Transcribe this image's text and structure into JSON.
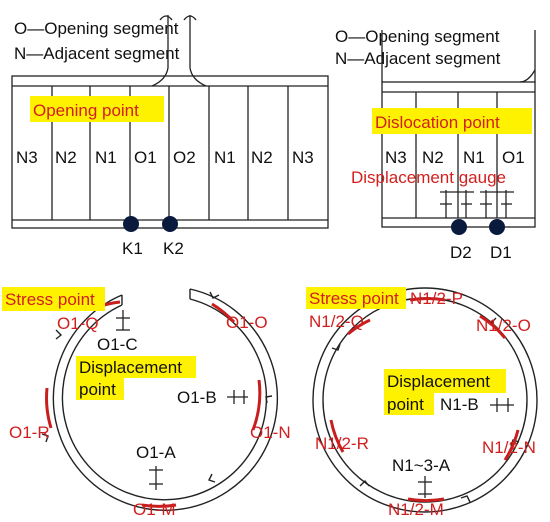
{
  "left_tunnel": {
    "legend_o": "O—Opening segment",
    "legend_n": "N—Adjacent segment",
    "point_label": "Opening point",
    "segments": [
      "N3",
      "N2",
      "N1",
      "O1",
      "O2",
      "N1",
      "N2",
      "N3"
    ],
    "gauges": [
      "K1",
      "K2"
    ]
  },
  "right_tunnel": {
    "legend_o": "O—Opening segment",
    "legend_n": "N—Adjacent segment",
    "point_label": "Dislocation point",
    "gauge_label": "Displacement gauge",
    "segments": [
      "N3",
      "N2",
      "N1",
      "O1"
    ],
    "gauges": [
      "D2",
      "D1"
    ]
  },
  "left_ring": {
    "stress_label": "Stress point",
    "displacement_label_1": "Displacement",
    "displacement_label_2": "point",
    "points": {
      "q": "O1-Q",
      "o": "O1-O",
      "c": "O1-C",
      "b": "O1-B",
      "r": "O1-R",
      "n": "O1-N",
      "a": "O1-A",
      "m": "O1-M"
    }
  },
  "right_ring": {
    "stress_label": "Stress point",
    "displacement_label_1": "Displacement",
    "displacement_label_2": "point",
    "points": {
      "p": "N1/2-P",
      "q": "N1/2-Q",
      "o": "N1/2-O",
      "b": "N1-B",
      "r": "N1/2-R",
      "n": "N1/2-N",
      "a": "N1~3-A",
      "m": "N1/2-M"
    }
  }
}
